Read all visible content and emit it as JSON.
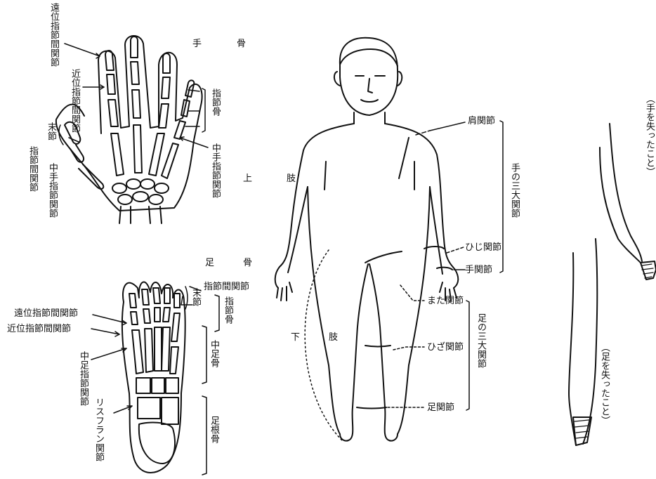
{
  "hand": {
    "title": "手　　骨",
    "distal_ip": "遠位指節間関節",
    "proximal_ip": "近位指節間関節",
    "distal_phalanx": "末節",
    "phalanges": "指節骨",
    "ip_joint": "指節間関節",
    "mcp_joint_left": "中手指節関節",
    "mcp_joint_right": "中手指節関節"
  },
  "upper_limb": "上　肢",
  "lower_limb": "下　肢",
  "body_joints": {
    "shoulder": "肩関節",
    "elbow": "ひじ関節",
    "wrist": "手関節",
    "arm_group": "手の三大関節",
    "hip": "また関節",
    "knee": "ひざ関節",
    "ankle": "足関節",
    "leg_group": "足の三大関節"
  },
  "foot": {
    "title": "足　骨",
    "ip_joint": "指節間関節",
    "distal_phalanx": "末節",
    "phalanges": "指節骨",
    "distal_ip": "遠位指節間関節",
    "proximal_ip": "近位指節間関節",
    "metatarsal": "中足骨",
    "mtp_joint": "中足指節関節",
    "lisfranc": "リスフラン関節",
    "tarsal": "足根骨"
  },
  "amputation": {
    "hand_note": "（手を失ったこと）",
    "foot_note": "（足を失ったこと）"
  }
}
